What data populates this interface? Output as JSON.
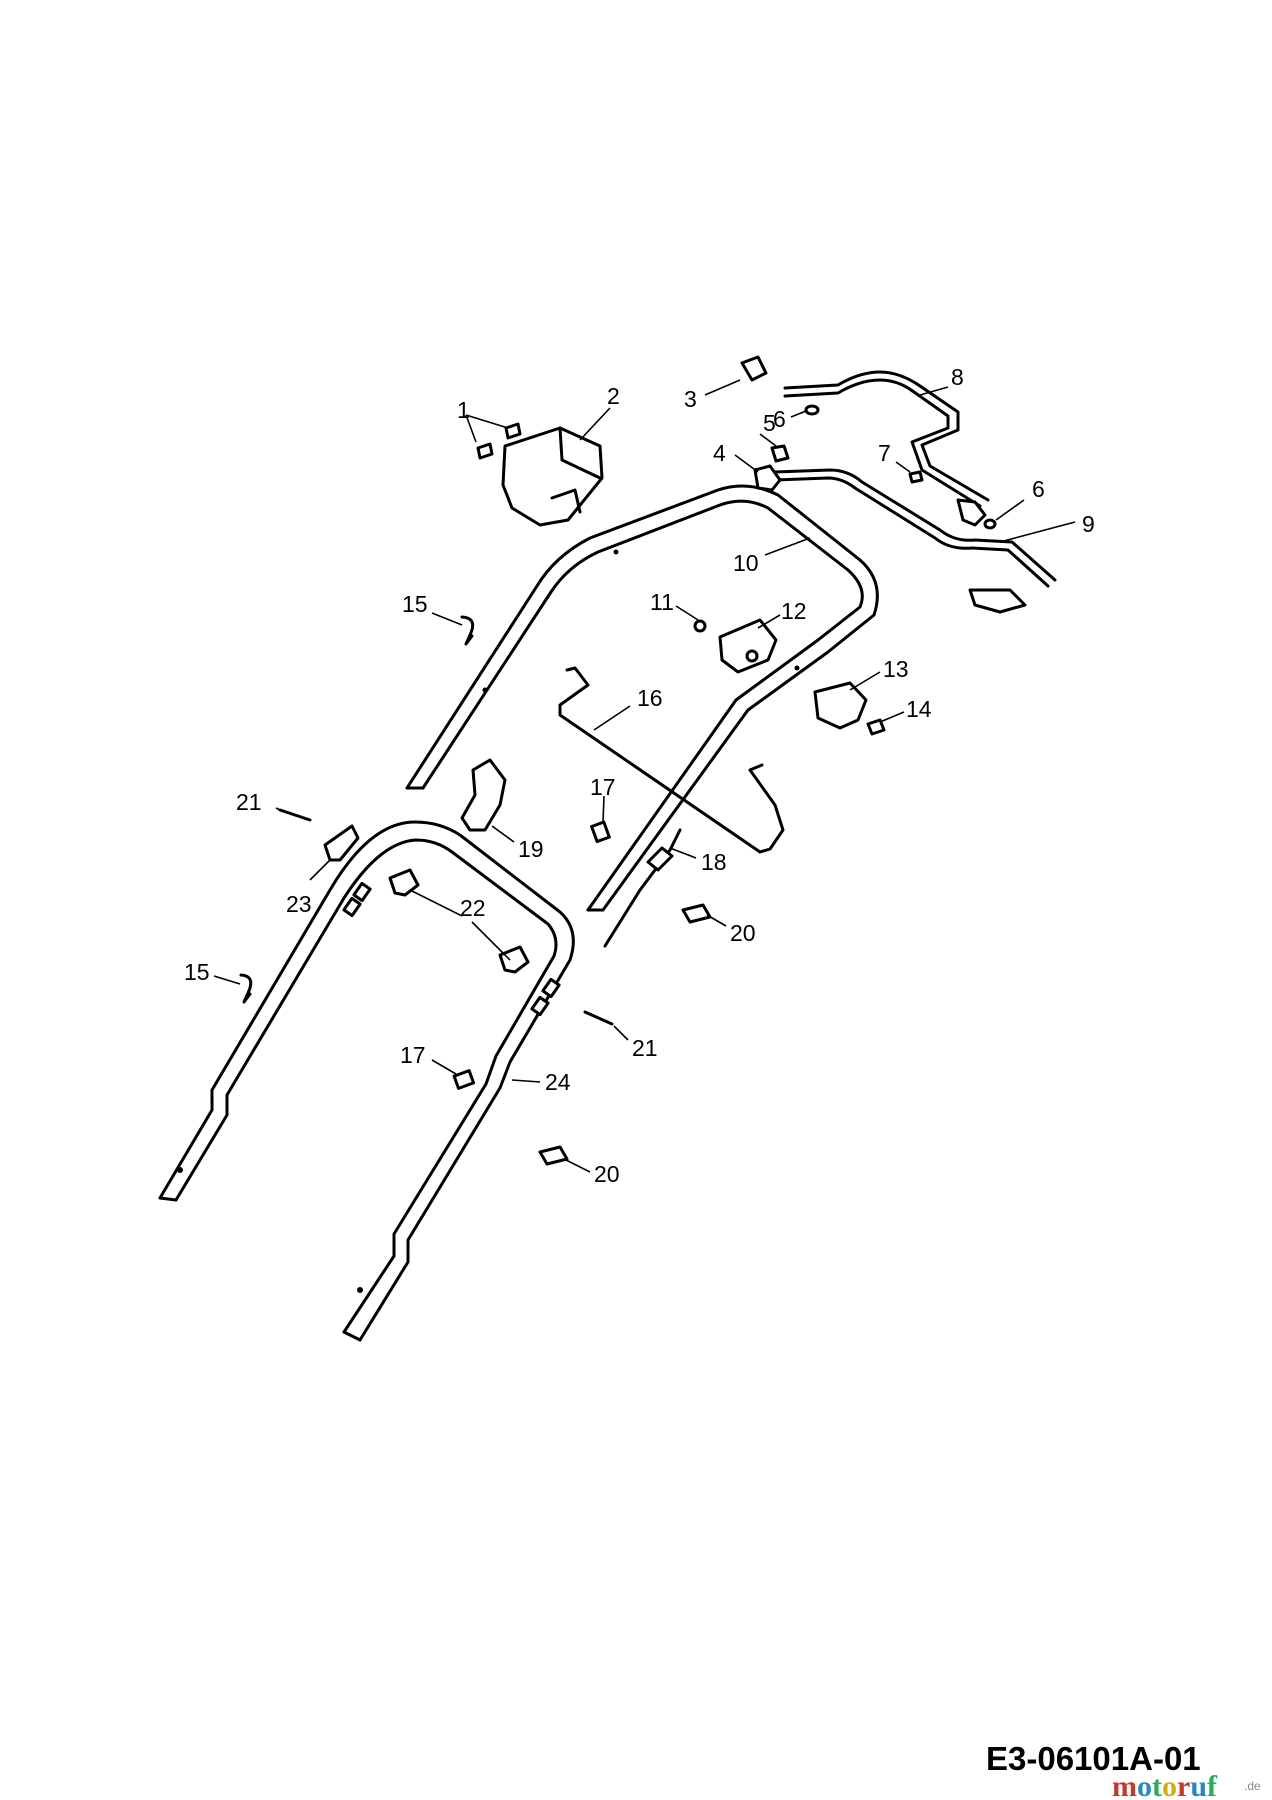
{
  "diagram": {
    "code": "E3-06101A-01",
    "labels": [
      "1",
      "2",
      "3",
      "4",
      "5",
      "6",
      "6",
      "7",
      "8",
      "9",
      "10",
      "11",
      "12",
      "13",
      "14",
      "15",
      "15",
      "16",
      "17",
      "17",
      "18",
      "19",
      "20",
      "20",
      "21",
      "21",
      "22",
      "23",
      "24"
    ]
  },
  "watermark": {
    "text": "motoruf",
    "suffix": ".de",
    "colors": [
      "#c0392b",
      "#2e86c1",
      "#27ae60",
      "#d4ac0d"
    ]
  }
}
